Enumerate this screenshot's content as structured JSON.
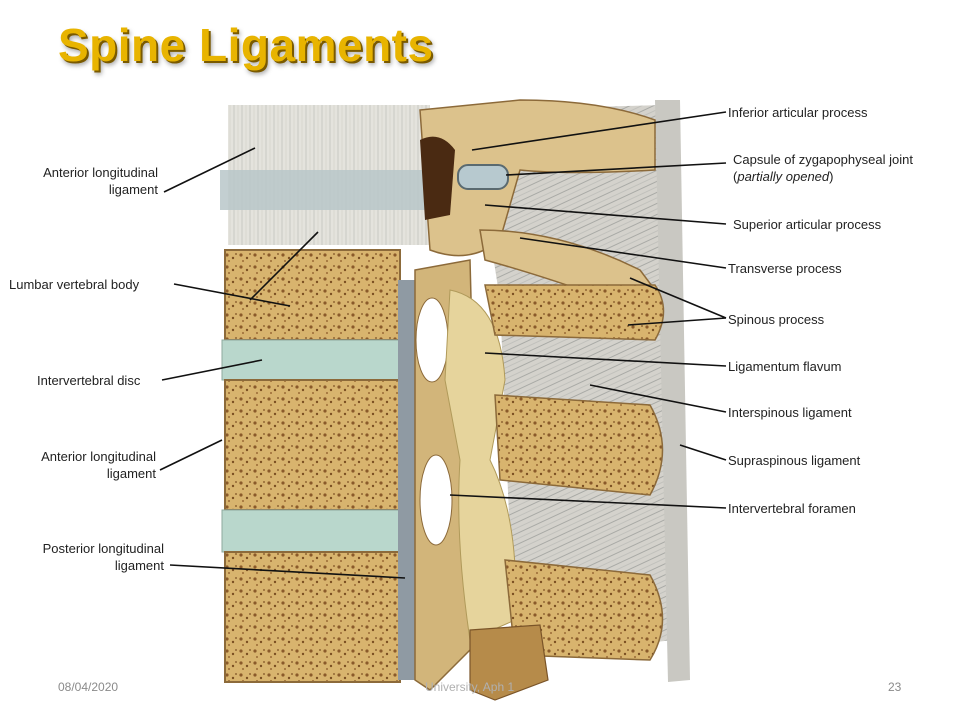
{
  "title": "Spine Ligaments",
  "footer": {
    "date": "08/04/2020",
    "middle": "University, Aph 1",
    "page": "23"
  },
  "labels_left": [
    "Anterior longitudinal ligament",
    "Lumbar vertebral body",
    "Intervertebral disc",
    "Anterior longitudinal ligament",
    "Posterior longitudinal ligament"
  ],
  "labels_right": [
    "Inferior articular process",
    "Capsule of zygapophyseal joint",
    "partially opened",
    "Superior articular process",
    "Transverse process",
    "Spinous process",
    "Ligamentum flavum",
    "Interspinous ligament",
    "Supraspinous ligament",
    "Intervertebral foramen"
  ],
  "colors": {
    "title": "#e8b400",
    "bone": "#d9b673",
    "disc": "#b9d7cc",
    "ligament": "#dcd6c8"
  }
}
